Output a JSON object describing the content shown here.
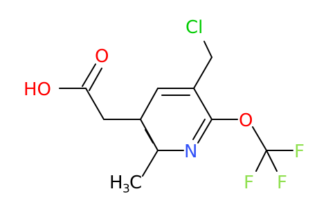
{
  "molecule": {
    "atoms": {
      "cl": {
        "label": "Cl",
        "color": "#00cc00"
      },
      "oh": {
        "label": "HO",
        "color": "#ff0000"
      },
      "o_carbonyl": {
        "label": "O",
        "color": "#ff0000"
      },
      "o_ether": {
        "label": "O",
        "color": "#ff0000"
      },
      "n": {
        "label": "N",
        "color": "#3050f8"
      },
      "f1": {
        "label": "F",
        "color": "#90e050"
      },
      "f2": {
        "label": "F",
        "color": "#90e050"
      },
      "f3": {
        "label": "F",
        "color": "#90e050"
      },
      "methyl": {
        "label": "H",
        "subscript": "3",
        "suffix": "C",
        "color": "#000000"
      }
    }
  }
}
